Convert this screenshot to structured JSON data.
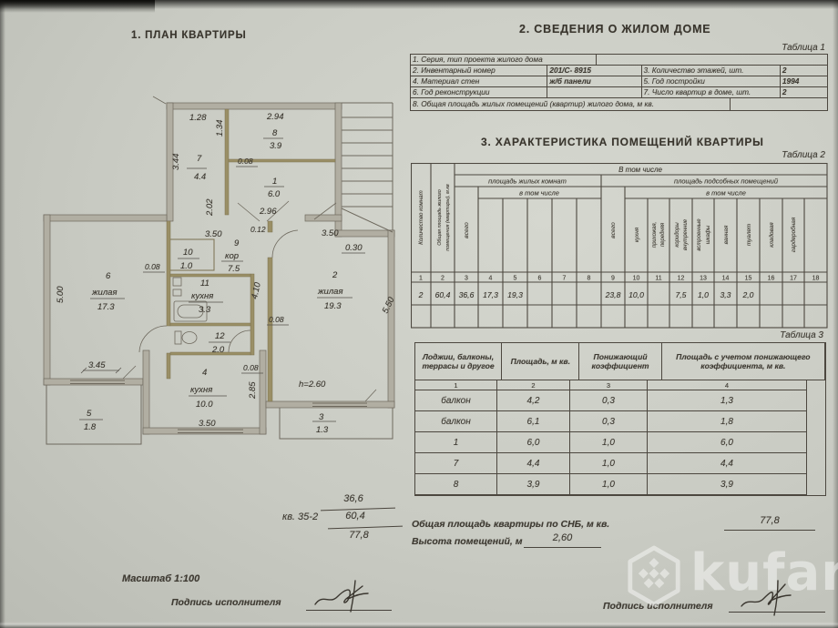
{
  "titles": {
    "plan": "1. ПЛАН КВАРТИРЫ",
    "building": "2. СВЕДЕНИЯ О ЖИЛОМ ДОМЕ",
    "rooms": "3. ХАРАКТЕРИСТИКА ПОМЕЩЕНИЙ КВАРТИРЫ"
  },
  "table1": {
    "caption": "Таблица 1",
    "rows": [
      {
        "cells": [
          {
            "t": "1. Серия, тип проекта жилого дома"
          },
          {
            "t": ""
          }
        ]
      },
      {
        "cells": [
          {
            "t": "2. Инвентарный номер"
          },
          {
            "t": "201/С- 8915"
          },
          {
            "t": "3. Количество этажей, шт."
          },
          {
            "t": "2"
          }
        ]
      },
      {
        "cells": [
          {
            "t": "4. Материал стен"
          },
          {
            "t": "ж/б панели"
          },
          {
            "t": "5. Год постройки"
          },
          {
            "t": "1994"
          }
        ]
      },
      {
        "cells": [
          {
            "t": "6. Год реконструкции"
          },
          {
            "t": ""
          },
          {
            "t": "7. Число квартир в доме, шт."
          },
          {
            "t": "2"
          }
        ]
      },
      {
        "cells": [
          {
            "t": "8. Общая площадь жилых помещений (квартир) жилого дома, м кв."
          },
          {
            "t": ""
          }
        ]
      }
    ]
  },
  "table2": {
    "caption": "Таблица 2",
    "including": "В том числе",
    "living_area": "площадь жилых комнат",
    "aux_area": "площадь подсобных помещений",
    "including2": "в том числе",
    "including3": "в том числе",
    "col_rooms": "Количество комнат",
    "col_total_1": "Общая площадь жилого",
    "col_total_2": "помещения (квартиры), м.кв",
    "col_vsego1": "всего",
    "col_vsego2": "всего",
    "col_kitchen": "кухня",
    "col_hall_1": "прихожая,",
    "col_hall_2": "передняя",
    "col_corr_1": "коридоры",
    "col_corr_2": "внутренние",
    "col_ward_1": "встроенные",
    "col_ward_2": "шкафы",
    "col_bath": "ванная",
    "col_wc": "туалет",
    "col_store": "кладовая",
    "col_garde": "гардеробная",
    "nums": [
      "1",
      "2",
      "3",
      "4",
      "5",
      "6",
      "7",
      "8",
      "9",
      "10",
      "11",
      "12",
      "13",
      "14",
      "15",
      "16",
      "17",
      "18"
    ],
    "values": [
      "2",
      "60,4",
      "36,6",
      "17,3",
      "19,3",
      "",
      "",
      "",
      "23,8",
      "10,0",
      "",
      "7,5",
      "1,0",
      "3,3",
      "2,0",
      "",
      "",
      ""
    ]
  },
  "table3": {
    "caption": "Таблица 3",
    "headers": [
      "Лоджии, балконы, террасы и другое",
      "Площадь, м кв.",
      "Понижающий коэффициент",
      "Площадь с учетом понижающего коэффициента, м кв."
    ],
    "nums": [
      "1",
      "2",
      "3",
      "4"
    ],
    "rows": [
      [
        "балкон",
        "4,2",
        "0,3",
        "1,3"
      ],
      [
        "балкон",
        "6,1",
        "0,3",
        "1,8"
      ],
      [
        "1",
        "6,0",
        "1,0",
        "6,0"
      ],
      [
        "7",
        "4,4",
        "1,0",
        "4,4"
      ],
      [
        "8",
        "3,9",
        "1,0",
        "3,9"
      ]
    ]
  },
  "summary": {
    "total_label": "Общая площадь квартиры по СНБ, м кв.",
    "total_value": "77,8",
    "height_label": "Высота помещений, м",
    "height_value": "2,60"
  },
  "totals_stack": {
    "apt": "кв. 35-2",
    "living": "36,6",
    "total": "60,4",
    "with_reduced": "77,8"
  },
  "footer": {
    "scale": "Масштаб  1:100",
    "sign_label_left": "Подпись исполнителя",
    "sign_label_right": "Подпись исполнителя"
  },
  "watermark": {
    "text": "kufar"
  },
  "plan": {
    "labels": [
      {
        "t": "1.28"
      },
      {
        "t": "3.44"
      },
      {
        "t": "7"
      },
      {
        "t": "4.4"
      },
      {
        "t": "1.34"
      },
      {
        "t": "2.94"
      },
      {
        "t": "8"
      },
      {
        "t": "3.9"
      },
      {
        "t": "0.08"
      },
      {
        "t": "1"
      },
      {
        "t": "6.0"
      },
      {
        "t": "0.30"
      },
      {
        "t": "2.02"
      },
      {
        "t": "2.96"
      },
      {
        "t": "3.50"
      },
      {
        "t": "0.12"
      },
      {
        "t": "9"
      },
      {
        "t": "кор"
      },
      {
        "t": "7.5"
      },
      {
        "t": "3.50"
      },
      {
        "t": "0.08"
      },
      {
        "t": "10"
      },
      {
        "t": "1.0"
      },
      {
        "t": "6"
      },
      {
        "t": "жилая"
      },
      {
        "t": "17.3"
      },
      {
        "t": "5.00"
      },
      {
        "t": "11"
      },
      {
        "t": "кухня"
      },
      {
        "t": "3.3"
      },
      {
        "t": "4.10"
      },
      {
        "t": "2"
      },
      {
        "t": "жилая"
      },
      {
        "t": "19.3"
      },
      {
        "t": "5.50"
      },
      {
        "t": "0.08"
      },
      {
        "t": "12"
      },
      {
        "t": "2.0"
      },
      {
        "t": "0.08"
      },
      {
        "t": "3.45"
      },
      {
        "t": "4"
      },
      {
        "t": "кухня"
      },
      {
        "t": "10.0"
      },
      {
        "t": "h=2.60"
      },
      {
        "t": "2.85"
      },
      {
        "t": "3.50"
      },
      {
        "t": "5"
      },
      {
        "t": "1.8"
      },
      {
        "t": "3"
      },
      {
        "t": "1.3"
      }
    ]
  }
}
